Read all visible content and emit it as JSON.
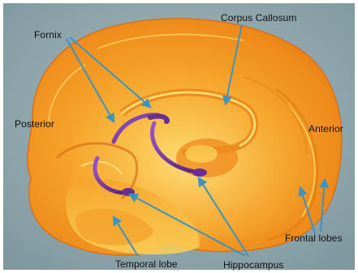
{
  "labels": {
    "fornix": "Fornix",
    "corpus_callosum": "Corpus Callosum",
    "posterior": "Posterior",
    "anterior": "Anterior",
    "frontal_lobes": "Frontal lobes",
    "temporal_lobe": "Temporal lobe",
    "hippocampus": "Hippocampus"
  },
  "colors": {
    "background": "#8fa8ae",
    "brain_outer": "#f0921c",
    "brain_inner": "#f7b133",
    "highlight": "#fde07a",
    "fornix": "#7a3aa6",
    "pointer_lines": "#3a94bf"
  }
}
